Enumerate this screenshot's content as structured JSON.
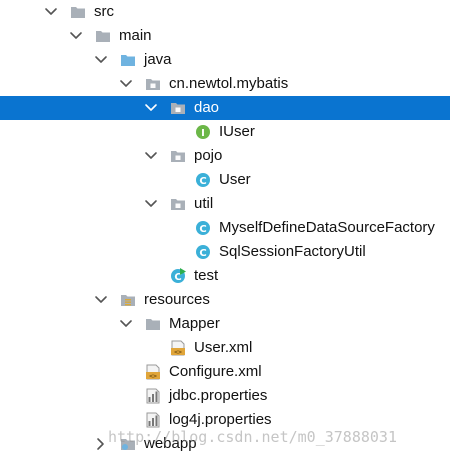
{
  "project_tree": {
    "rows": [
      {
        "name": "src",
        "label": "src",
        "depth": 0,
        "chevron": "down",
        "icon": "folder-icon"
      },
      {
        "name": "main",
        "label": "main",
        "depth": 1,
        "chevron": "down",
        "icon": "folder-icon"
      },
      {
        "name": "java",
        "label": "java",
        "depth": 2,
        "chevron": "down",
        "icon": "source-folder-icon"
      },
      {
        "name": "cn-newtol-mybatis",
        "label": "cn.newtol.mybatis",
        "depth": 3,
        "chevron": "down",
        "icon": "package-icon"
      },
      {
        "name": "dao",
        "label": "dao",
        "depth": 4,
        "chevron": "down",
        "icon": "package-icon",
        "selected": true
      },
      {
        "name": "iuser",
        "label": "IUser",
        "depth": 5,
        "chevron": "none",
        "icon": "interface-icon"
      },
      {
        "name": "pojo",
        "label": "pojo",
        "depth": 4,
        "chevron": "down",
        "icon": "package-icon"
      },
      {
        "name": "user",
        "label": "User",
        "depth": 5,
        "chevron": "none",
        "icon": "class-icon"
      },
      {
        "name": "util",
        "label": "util",
        "depth": 4,
        "chevron": "down",
        "icon": "package-icon"
      },
      {
        "name": "myselfdefinedatasourcefactory",
        "label": "MyselfDefineDataSourceFactory",
        "depth": 5,
        "chevron": "none",
        "icon": "class-icon"
      },
      {
        "name": "sqlsessionfactoryutil",
        "label": "SqlSessionFactoryUtil",
        "depth": 5,
        "chevron": "none",
        "icon": "class-icon"
      },
      {
        "name": "test",
        "label": "test",
        "depth": 4,
        "chevron": "none",
        "icon": "runnable-class-icon"
      },
      {
        "name": "resources",
        "label": "resources",
        "depth": 2,
        "chevron": "down",
        "icon": "resources-folder-icon"
      },
      {
        "name": "mapper",
        "label": "Mapper",
        "depth": 3,
        "chevron": "down",
        "icon": "folder-icon"
      },
      {
        "name": "user-xml",
        "label": "User.xml",
        "depth": 4,
        "chevron": "none",
        "icon": "xml-file-icon"
      },
      {
        "name": "configure-xml",
        "label": "Configure.xml",
        "depth": 3,
        "chevron": "none",
        "icon": "xml-file-icon"
      },
      {
        "name": "jdbc-properties",
        "label": "jdbc.properties",
        "depth": 3,
        "chevron": "none",
        "icon": "properties-file-icon"
      },
      {
        "name": "log4j-properties",
        "label": "log4j.properties",
        "depth": 3,
        "chevron": "none",
        "icon": "properties-file-icon"
      },
      {
        "name": "webapp",
        "label": "webapp",
        "depth": 2,
        "chevron": "right",
        "icon": "web-folder-icon"
      }
    ]
  },
  "watermark": "http://blog.csdn.net/m0_37888031",
  "colors": {
    "selection": "#0a74d0",
    "folder": "#a9b0b8",
    "source_folder": "#6fb3e0",
    "class": "#3bb0d8",
    "interface": "#6cb748",
    "xml": "#e0a53a",
    "run": "#2eae4f"
  }
}
